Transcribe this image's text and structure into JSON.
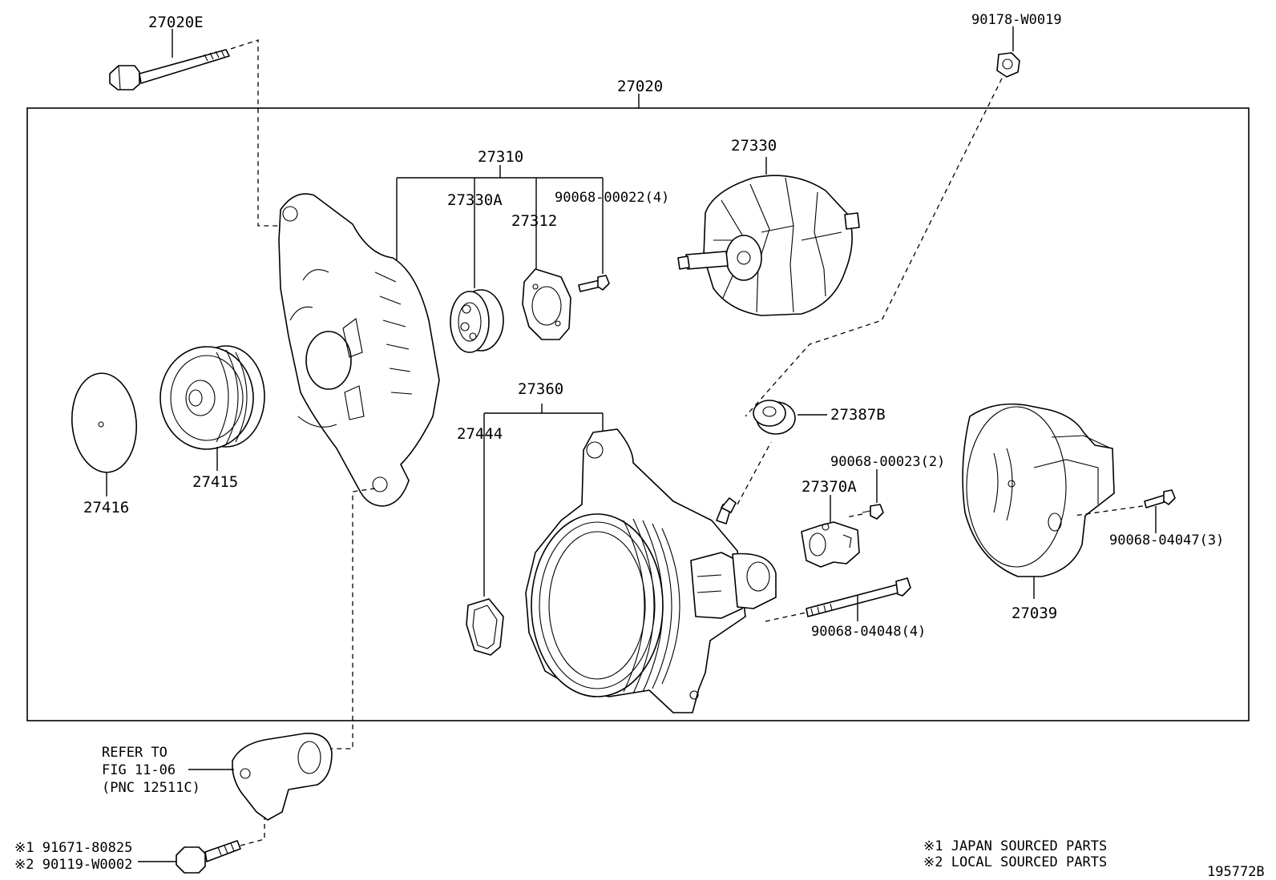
{
  "labels": {
    "p27020E": "27020E",
    "p90178": "90178-W0019",
    "p27020": "27020",
    "p27310": "27310",
    "p27330": "27330",
    "p27330A": "27330A",
    "p90068_00022": "90068-00022(4)",
    "p27312": "27312",
    "p27360": "27360",
    "p27444": "27444",
    "p27387B": "27387B",
    "p90068_00023": "90068-00023(2)",
    "p27370A": "27370A",
    "p90068_04047": "90068-04047(3)",
    "p27039": "27039",
    "p90068_04048": "90068-04048(4)",
    "p27416": "27416",
    "p27415": "27415"
  },
  "refer": {
    "line1": "REFER TO",
    "line2": "FIG 11-06",
    "line3": "(PNC 12511C)"
  },
  "bolt_notes": {
    "line1": "※1 91671-80825",
    "line2": "※2 90119-W0002"
  },
  "legend": {
    "line1": "※1  JAPAN SOURCED PARTS",
    "line2": "※2  LOCAL SOURCED PARTS"
  },
  "figure_id": "195772B"
}
